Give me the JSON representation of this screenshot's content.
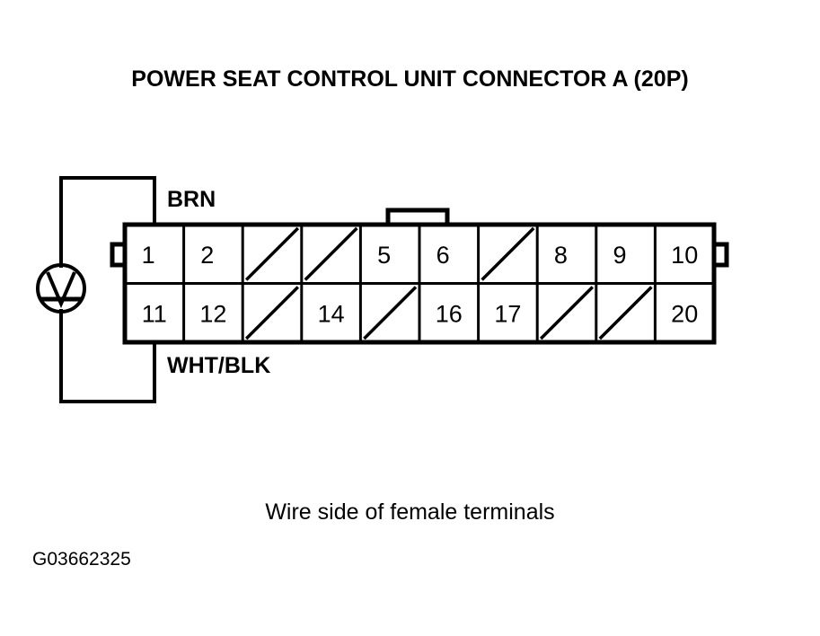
{
  "title": "POWER SEAT CONTROL UNIT CONNECTOR A (20P)",
  "caption": "Wire side of female terminals",
  "reference_code": "G03662325",
  "colors": {
    "ink": "#000000",
    "background": "#ffffff"
  },
  "wires": {
    "upper_label": "BRN",
    "lower_label": "WHT/BLK"
  },
  "meter": {
    "symbol": "V",
    "name": "voltmeter"
  },
  "connector": {
    "name": "Connector A",
    "pin_count": "20P",
    "rows": [
      {
        "name": "top-row",
        "cells": [
          {
            "pin": "1",
            "blank": false
          },
          {
            "pin": "2",
            "blank": false
          },
          {
            "pin": "",
            "blank": true
          },
          {
            "pin": "",
            "blank": true
          },
          {
            "pin": "5",
            "blank": false
          },
          {
            "pin": "6",
            "blank": false
          },
          {
            "pin": "",
            "blank": true
          },
          {
            "pin": "8",
            "blank": false
          },
          {
            "pin": "9",
            "blank": false
          },
          {
            "pin": "10",
            "blank": false
          }
        ]
      },
      {
        "name": "bottom-row",
        "cells": [
          {
            "pin": "11",
            "blank": false
          },
          {
            "pin": "12",
            "blank": false
          },
          {
            "pin": "",
            "blank": true
          },
          {
            "pin": "14",
            "blank": false
          },
          {
            "pin": "",
            "blank": true
          },
          {
            "pin": "16",
            "blank": false
          },
          {
            "pin": "17",
            "blank": false
          },
          {
            "pin": "",
            "blank": true
          },
          {
            "pin": "",
            "blank": true
          },
          {
            "pin": "20",
            "blank": false
          }
        ]
      }
    ]
  }
}
